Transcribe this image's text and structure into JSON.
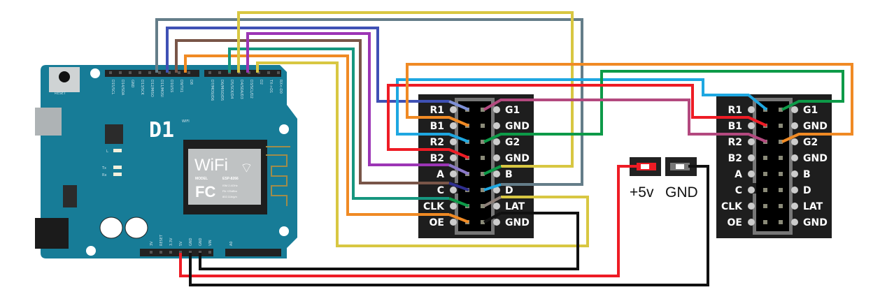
{
  "board": {
    "reset_label": "RESET",
    "logo": "D1",
    "logo_sub": "WIFI",
    "led_l": "L",
    "led_tx": "Tx",
    "led_rx": "Rx",
    "module": {
      "wifi": "WiFi",
      "model": "MODEL",
      "chip": "ESP-8266",
      "fcc": "FC",
      "line1": "ISM 2.4GHz",
      "line2": "PA +25dBm",
      "line3": "802.11b/g/n"
    },
    "top_pins_left": [
      "D15/SCL",
      "D14/SDA",
      "GND",
      "D13/SCK",
      "D12/MISO",
      "D11/MOSI",
      "D10/SS",
      "D9/TX1",
      "D8"
    ],
    "top_pins_right": [
      "D7/MOSI/D6",
      "D6/MISO/D5",
      "D5/SCK/D4",
      "D4/SDA/D3",
      "D3/SCL/D2",
      "D2",
      "TX->D1",
      "RX<-D0"
    ],
    "bottom_pins_left": [
      "3V",
      "RESET",
      "3.3V",
      "5V",
      "GND",
      "GND",
      "VIN"
    ],
    "bottom_pins_right": [
      "A0"
    ]
  },
  "connector1": {
    "left": [
      "R1",
      "B1",
      "R2",
      "B2",
      "A",
      "C",
      "CLK",
      "OE"
    ],
    "right": [
      "G1",
      "GND",
      "G2",
      "GND",
      "B",
      "D",
      "LAT",
      "GND"
    ]
  },
  "connector2": {
    "left": [
      "R1",
      "B1",
      "R2",
      "B2",
      "A",
      "C",
      "CLK",
      "OE"
    ],
    "right": [
      "G1",
      "GND",
      "G2",
      "GND",
      "B",
      "D",
      "LAT",
      "GND"
    ]
  },
  "power": {
    "plus_label": "+5v",
    "gnd_label": "GND"
  },
  "wires": [
    {
      "color": "#647d89",
      "from": "D12/MISO",
      "to": "D"
    },
    {
      "color": "#3f51b5",
      "from": "D11/MOSI",
      "to": "R1"
    },
    {
      "color": "#795548",
      "from": "D10/SS",
      "to": "C"
    },
    {
      "color": "#f08a24",
      "from": "D9/TX1",
      "to": "OE"
    },
    {
      "color": "#16967f",
      "from": "D5/SCK",
      "to": "CLK"
    },
    {
      "color": "#d8c742",
      "from": "D4/SDA",
      "to": "B"
    },
    {
      "color": "#9c35b5",
      "from": "D3/SCL",
      "to": "A"
    },
    {
      "color": "#d8c742",
      "from": "D2",
      "to": "LAT"
    },
    {
      "color": "#ee1c25",
      "from": "5V",
      "to": "+5v"
    },
    {
      "color": "#111111",
      "from": "GND",
      "to": "GND"
    },
    {
      "color": "#111111",
      "from": "GND",
      "to": "GND"
    },
    {
      "color": "#1ea7e1",
      "from": "R2",
      "to": "R1"
    },
    {
      "color": "#0d9a48",
      "from": "G2",
      "to": "G1"
    },
    {
      "color": "#ee1c25",
      "from": "B2",
      "to": "B1"
    },
    {
      "color": "#b3497f",
      "from": "G1",
      "to": "R2"
    },
    {
      "color": "#f08a24",
      "from": "B1",
      "to": "G2"
    }
  ]
}
